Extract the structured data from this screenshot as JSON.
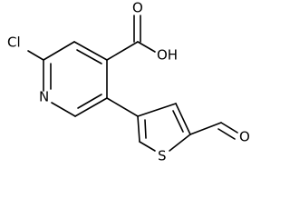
{
  "molecule": {
    "labels": {
      "chlorine": "Cl",
      "nitrogen": "N",
      "carboxyl_oxygen": "O",
      "hydroxyl": "OH",
      "sulfur": "S",
      "formyl_oxygen": "O"
    }
  },
  "colors": {
    "bond": "#000000",
    "label": "#000000",
    "background": "#ffffff"
  }
}
